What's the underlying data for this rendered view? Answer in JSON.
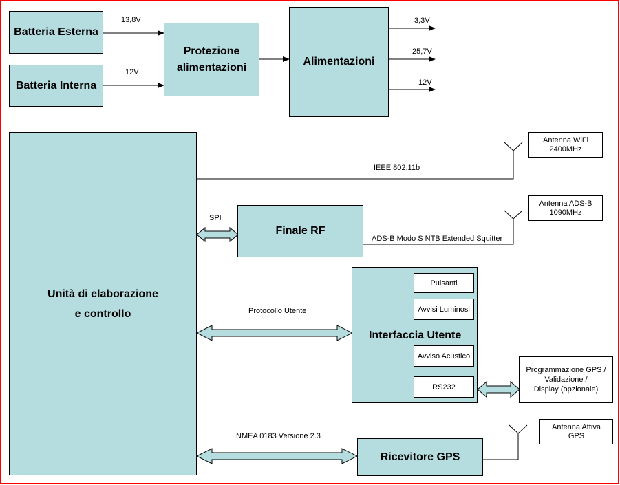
{
  "colors": {
    "block_fill": "#b5dde0",
    "frame": "#ff0000",
    "line": "#000000"
  },
  "power": {
    "batteria_esterna": "Batteria Esterna",
    "batteria_interna": "Batteria Interna",
    "protezione": [
      "Protezione",
      "alimentazioni"
    ],
    "alimentazioni": "Alimentazioni",
    "v_esterna": "13,8V",
    "v_interna": "12V",
    "out_33": "3,3V",
    "out_257": "25,7V",
    "out_12": "12V"
  },
  "main": {
    "unita": [
      "Unità di elaborazione",
      "e controllo"
    ],
    "finale_rf": "Finale RF",
    "interfaccia": "Interfaccia Utente",
    "ricevitore": "Ricevitore GPS"
  },
  "links": {
    "ieee": "IEEE 802.11b",
    "spi": "SPI",
    "adsb": "ADS-B Modo S NTB Extended Squitter",
    "protocollo": "Protocollo Utente",
    "nmea": "NMEA 0183 Versione 2.3"
  },
  "ui_items": {
    "pulsanti": "Pulsanti",
    "avvisi_luminosi": "Avvisi Luminosi",
    "avviso_acustico": "Avviso Acustico",
    "rs232": "RS232"
  },
  "antennas": {
    "wifi": [
      "Antenna WiFi",
      "2400MHz"
    ],
    "adsb": [
      "Antenna ADS-B",
      "1090MHz"
    ],
    "gps": [
      "Antenna Attiva",
      "GPS"
    ]
  },
  "external": {
    "programmazione": [
      "Programmazione GPS /",
      "Validazione /",
      "Display (opzionale)"
    ]
  }
}
